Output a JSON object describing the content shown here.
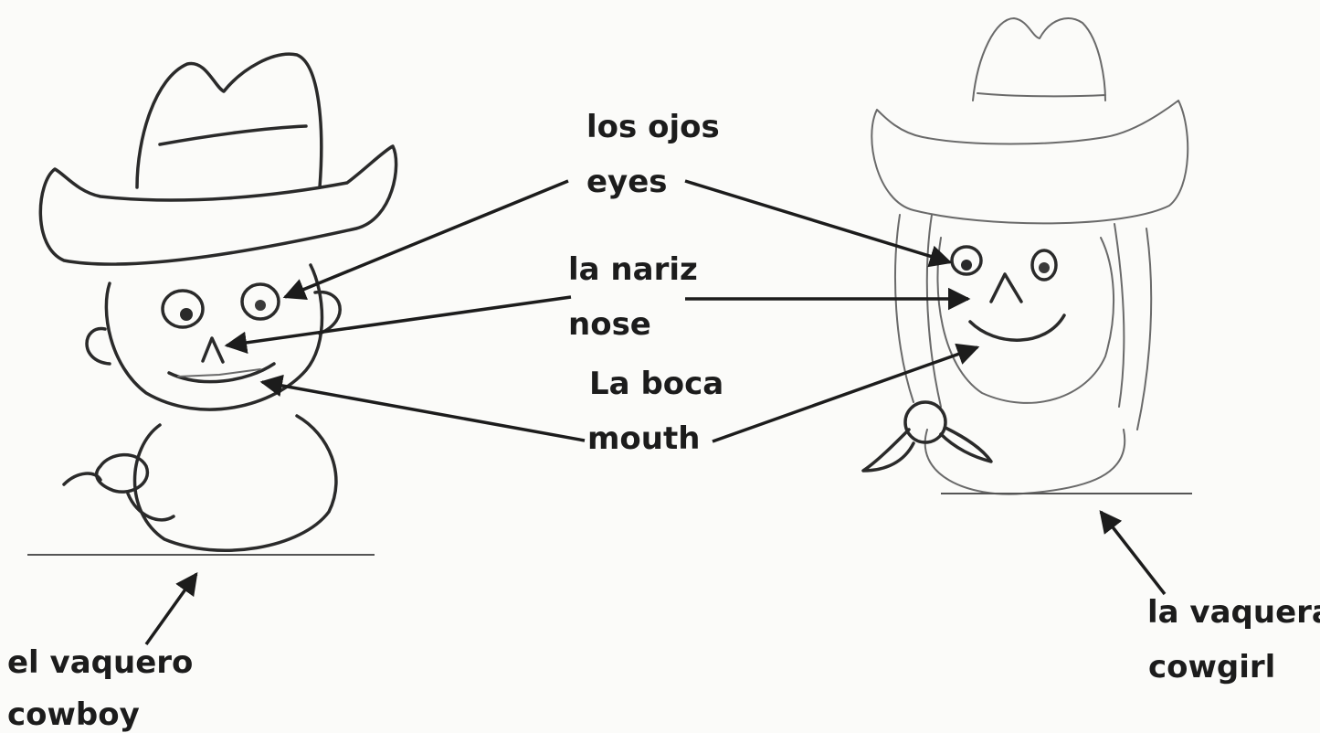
{
  "labels": {
    "eyes_es": "los ojos",
    "eyes_en": "eyes",
    "nose_es": "la nariz",
    "nose_en": "nose",
    "mouth_es": "La boca",
    "mouth_en": "mouth",
    "cowboy_es": "el vaquero",
    "cowboy_en": "cowboy",
    "cowgirl_es": "la vaquera",
    "cowgirl_en": "cowgirl"
  },
  "figures": {
    "left": "cowboy-drawing",
    "right": "cowgirl-drawing"
  },
  "colors": {
    "ink": "#1c1c1c",
    "paper": "#fbfbf9"
  }
}
